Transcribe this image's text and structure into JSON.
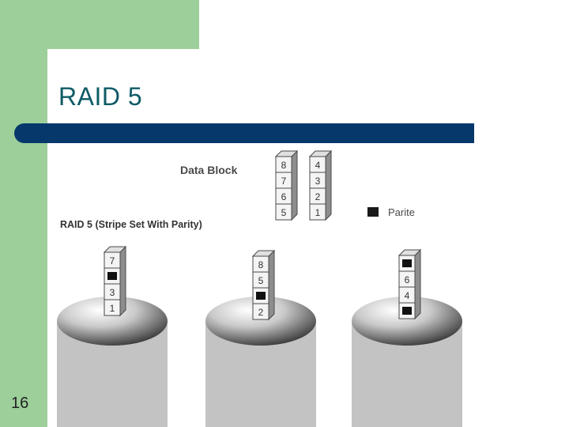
{
  "slide": {
    "title": "RAID 5",
    "page_number": "16"
  },
  "diagram": {
    "data_block_label": "Data Block",
    "section_label": "RAID 5 (Stripe Set With Parity)",
    "legend_label": "Parite",
    "data_block_stacks": [
      [
        "8",
        "7",
        "6",
        "5"
      ],
      [
        "4",
        "3",
        "2",
        "1"
      ]
    ],
    "disks": [
      {
        "blocks": [
          "7",
          "P",
          "3",
          "1"
        ]
      },
      {
        "blocks": [
          "8",
          "5",
          "P",
          "2"
        ]
      },
      {
        "blocks": [
          "P",
          "6",
          "4",
          "P"
        ]
      }
    ]
  }
}
